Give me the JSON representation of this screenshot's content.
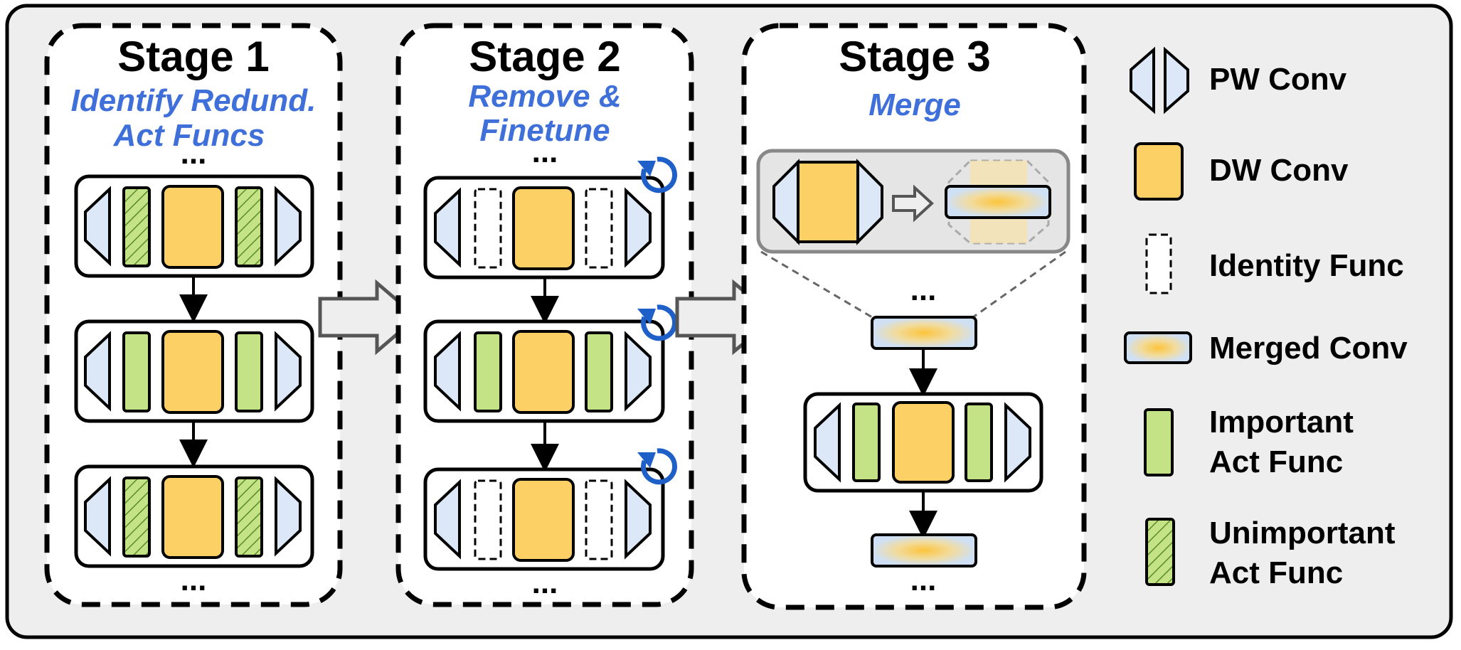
{
  "stages": [
    {
      "title": "Stage 1",
      "subtitle_lines": [
        "Identify Redund.",
        "Act Funcs"
      ]
    },
    {
      "title": "Stage 2",
      "subtitle_lines": [
        "Remove &",
        "Finetune"
      ]
    },
    {
      "title": "Stage 3",
      "subtitle_lines": [
        "Merge"
      ]
    }
  ],
  "ellipsis": "...",
  "legend": [
    {
      "key": "pw-conv",
      "lines": [
        "PW Conv"
      ]
    },
    {
      "key": "dw-conv",
      "lines": [
        "DW Conv"
      ]
    },
    {
      "key": "identity-func",
      "lines": [
        "Identity Func"
      ]
    },
    {
      "key": "merged-conv",
      "lines": [
        "Merged Conv"
      ]
    },
    {
      "key": "important-act",
      "lines": [
        "Important",
        "Act Func"
      ]
    },
    {
      "key": "unimportant-act",
      "lines": [
        "Unimportant",
        "Act Func"
      ]
    }
  ],
  "colors": {
    "pw_conv": "#dce8f8",
    "dw_conv": "#fdd066",
    "important_act": "#c4e386",
    "stage_title": "#000000",
    "stage_subtitle": "#3f6fd8",
    "refresh_icon": "#1f5fc8",
    "background_panel": "#eeeeee"
  }
}
